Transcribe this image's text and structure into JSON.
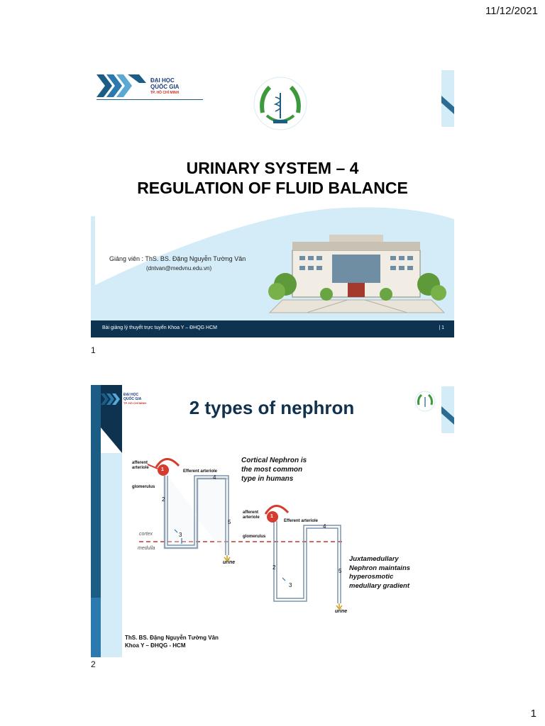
{
  "header": {
    "date": "11/12/2021"
  },
  "footer": {
    "page_number": "1"
  },
  "slides": [
    {
      "label": "1",
      "university": {
        "line1": "ĐẠI HỌC",
        "line2": "QUỐC GIA",
        "line3": "TP. HỒ CHÍ MINH"
      },
      "title_line1": "URINARY SYSTEM – 4",
      "title_line2": "REGULATION OF FLUID BALANCE",
      "lecturer": "Giảng viên : ThS. BS. Đặng Nguyễn Tường Vân",
      "email": "(dntvan@medvnu.edu.vn)",
      "footer_text": "Bài giảng lý thuyết trực tuyến Khoa Y – ĐHQG HCM",
      "footer_number": "| 1",
      "colors": {
        "footer_bar": "#0e3350",
        "light_blue": "#d4ecf7",
        "accent_blue": "#1c5d86"
      }
    },
    {
      "label": "2",
      "university": {
        "line1": "ĐẠI HỌC",
        "line2": "QUỐC GIA",
        "line3": "TP. HỒ CHÍ MINH"
      },
      "title": "2 types of nephron",
      "diagram": {
        "cortical": {
          "afferent": "afferent arteriole",
          "efferent": "Efferent arteriole",
          "glomerulus": "glomerulus",
          "n1": "1",
          "n2": "2",
          "n3": "3",
          "n4": "4",
          "n5": "5",
          "urine": "urine"
        },
        "juxtamedullary": {
          "afferent": "afferent arteriole",
          "efferent": "Efferent arteriole",
          "glomerulus": "glomerulus",
          "n1": "1",
          "n2": "2",
          "n3": "3",
          "n4": "4",
          "n5": "5",
          "urine": "urine"
        },
        "cortex": "cortex",
        "medulla": "medulla",
        "note_cortical": [
          "Cortical  Nephron is",
          "the most common",
          "type in humans"
        ],
        "note_juxta": [
          "Juxtamedullary",
          "Nephron maintains",
          "hyperosmotic",
          "medullary gradient"
        ]
      },
      "credit": {
        "line1": "ThS. BS. Đặng Nguyễn Tường Vân",
        "line2": "Khoa Y – ĐHQG - HCM"
      }
    }
  ]
}
